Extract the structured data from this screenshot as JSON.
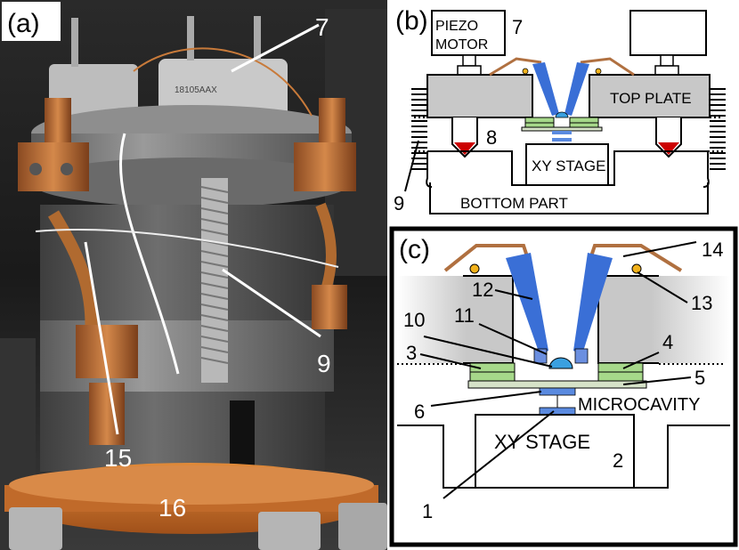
{
  "panels": {
    "a": "(a)",
    "b": "(b)",
    "c": "(c)"
  },
  "photo": {
    "labels": {
      "n7": "7",
      "n9": "9",
      "n15": "15",
      "n16": "16"
    },
    "engraving": "18105AAX"
  },
  "panel_b": {
    "piezo_line1": "PIEZO",
    "piezo_line2": "MOTOR",
    "n7": "7",
    "top_plate": "TOP PLATE",
    "xy_stage": "XY STAGE",
    "n8": "8",
    "n9": "9",
    "bottom_part": "BOTTOM PART"
  },
  "panel_c": {
    "n14": "14",
    "n12": "12",
    "n13": "13",
    "n11": "11",
    "n10": "10",
    "n3": "3",
    "n4": "4",
    "n5": "5",
    "n6": "6",
    "microcavity": "MICROCAVITY",
    "xy_stage": "XY STAGE",
    "n2": "2",
    "n1": "1"
  },
  "colors": {
    "copper": "#b07040",
    "blue_arm": "#3a6fd6",
    "gray_plate": "#c8c8c8",
    "green_piezo": "#a6d88a",
    "red_tip": "#cc0000",
    "yellow_ball": "#f2b21b"
  }
}
